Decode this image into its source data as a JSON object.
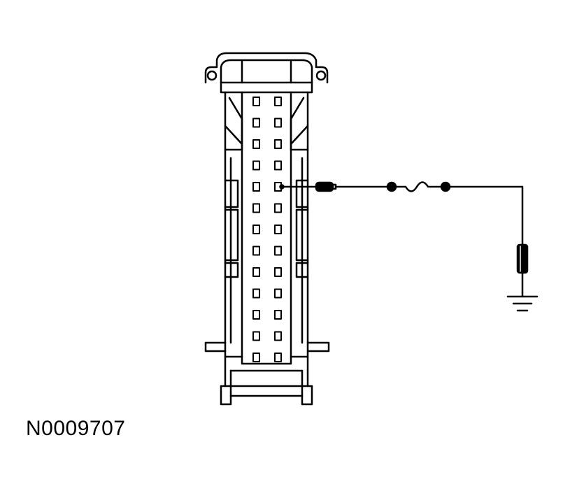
{
  "figure": {
    "id_label": "N0009707"
  },
  "connector": {
    "pin_rows": 13,
    "pin_cols": 2,
    "probed_pin": {
      "row": 5,
      "col": 2
    }
  },
  "circuit": {
    "components": [
      "probe-lead",
      "fuse",
      "ground-probe",
      "ground-symbol"
    ]
  },
  "colors": {
    "stroke": "#000000",
    "background": "#ffffff"
  }
}
